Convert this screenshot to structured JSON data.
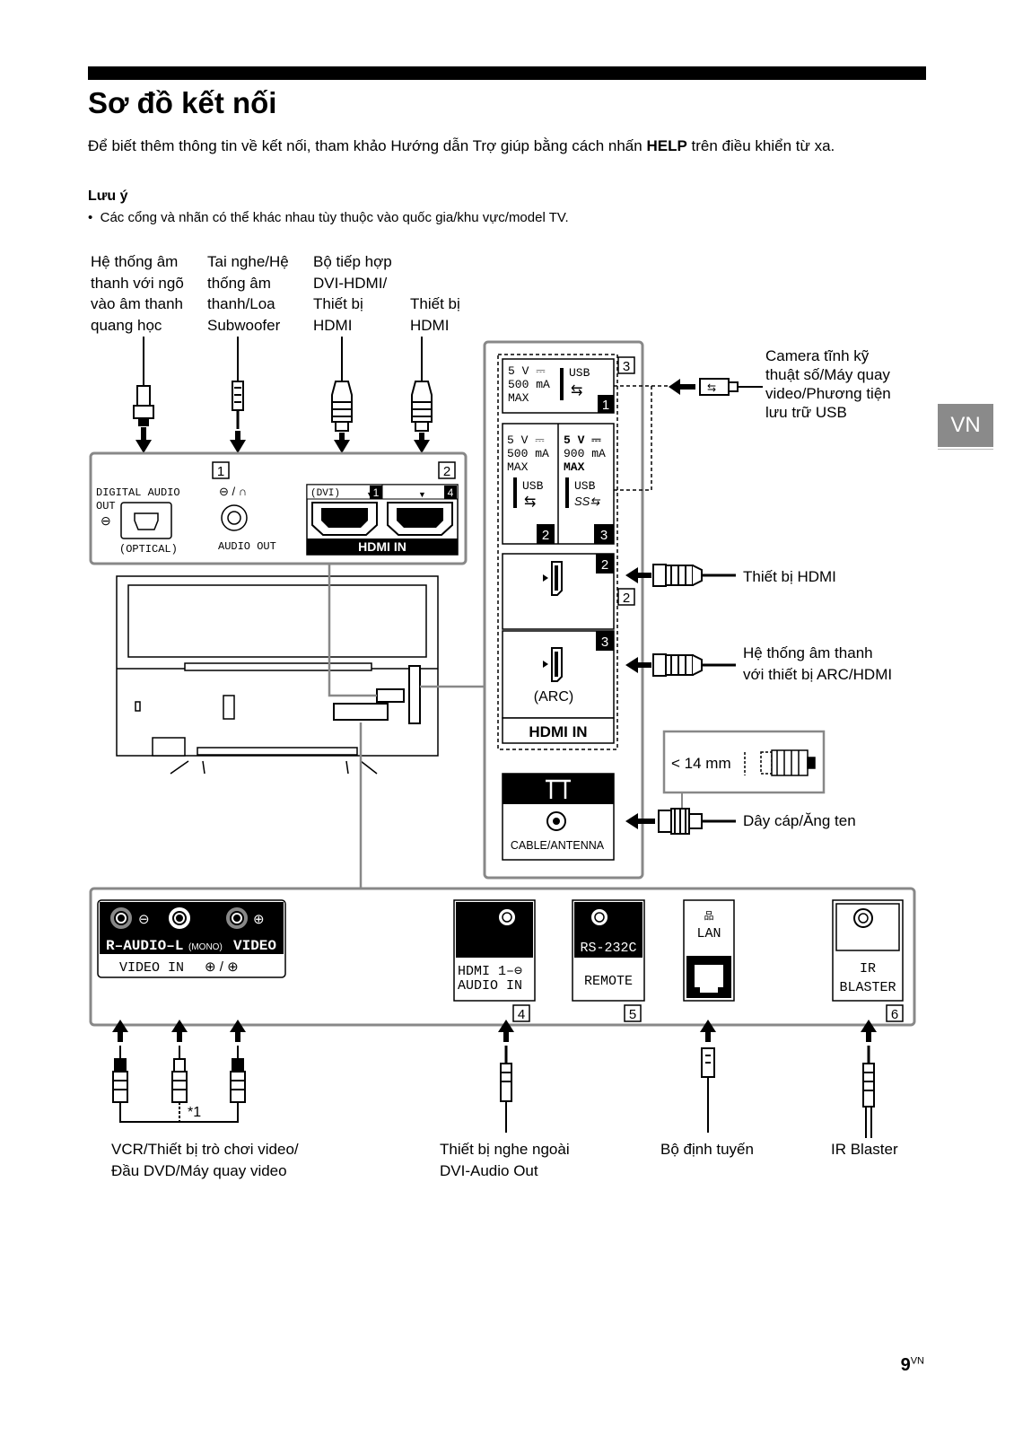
{
  "header": {
    "title": "Sơ đồ kết nối",
    "tab": "VN"
  },
  "intro": {
    "before": "Để biết thêm thông tin về kết nối, tham khảo Hướng dẫn Trợ giúp bằng cách nhấn ",
    "bold": "HELP",
    "after": " trên điều khiển từ xa."
  },
  "note": {
    "heading": "Lưu ý",
    "bullet": "•",
    "text": "Các cổng và nhãn có thể khác nhau tùy thuộc vào quốc gia/khu vực/model TV."
  },
  "top_labels": {
    "optical": [
      "Hệ thống âm",
      "thanh với ngõ",
      "vào âm thanh",
      "quang học"
    ],
    "headphone": [
      "Tai nghe/Hệ",
      "thống âm",
      "thanh/Loa",
      "Subwoofer"
    ],
    "dvi": [
      "Bộ tiếp hợp",
      "DVI-HDMI/",
      "Thiết bị",
      "HDMI"
    ],
    "hdmi": [
      "Thiết bị",
      "HDMI"
    ]
  },
  "right_labels": {
    "usb_device": [
      "Camera tĩnh kỹ",
      "thuật số/Máy quay",
      "video/Phương tiện",
      "lưu trữ USB"
    ],
    "hdmi_device": "Thiết bị HDMI",
    "arc_device": [
      "Hệ thống âm thanh",
      "với thiết bị ARC/HDMI"
    ],
    "cable": "Dây cáp/Ăng ten",
    "cable_size": "< 14 mm"
  },
  "top_panel": {
    "badge1": "1",
    "badge2": "2",
    "digital_audio": [
      "DIGITAL AUDIO",
      "OUT"
    ],
    "optical": "(OPTICAL)",
    "audio_out": "AUDIO OUT",
    "headphone_symbol": "⊖ / ∩",
    "dvi": "(DVI)",
    "port1": "1",
    "port4": "4",
    "hdmi_in": "HDMI IN"
  },
  "side_panel": {
    "badge3": "3",
    "badge2": "2",
    "usb1": {
      "spec": [
        "5 V ⎓",
        "500 mA",
        "MAX"
      ],
      "label": "USB",
      "num": "1"
    },
    "usb2": {
      "spec": [
        "5 V ⎓",
        "500 mA",
        "MAX"
      ],
      "label": "USB",
      "num": "2"
    },
    "usb3": {
      "spec": [
        "5 V ⎓",
        "900 mA",
        "MAX"
      ],
      "label": "USB",
      "logo": "SS⇆",
      "num": "3"
    },
    "hdmi2": "2",
    "hdmi3": "3",
    "arc": "(ARC)",
    "hdmi_in": "HDMI IN",
    "antenna": "CABLE/ANTENNA"
  },
  "bottom_panel": {
    "audio": "R–AUDIO–L",
    "mono": "(MONO)",
    "video": "VIDEO",
    "video_in": "VIDEO IN",
    "video_in_sym": "⊕ / ⊕",
    "hdmi_audio": [
      "HDMI 1–⊖",
      "AUDIO IN"
    ],
    "rs232": "RS-232C",
    "remote": "REMOTE",
    "lan": "LAN",
    "ir": [
      "IR",
      "BLASTER"
    ],
    "badge4": "4",
    "badge5": "5",
    "badge6": "6"
  },
  "bottom_labels": {
    "vcr": [
      "VCR/Thiết bị trò chơi video/",
      "Đầu DVD/Máy quay video"
    ],
    "footnote": "*1",
    "ext_audio": [
      "Thiết bị nghe ngoài",
      "DVI-Audio Out"
    ],
    "router": "Bộ định tuyến",
    "ir": "IR Blaster"
  },
  "page": {
    "number": "9",
    "suffix": "VN"
  }
}
